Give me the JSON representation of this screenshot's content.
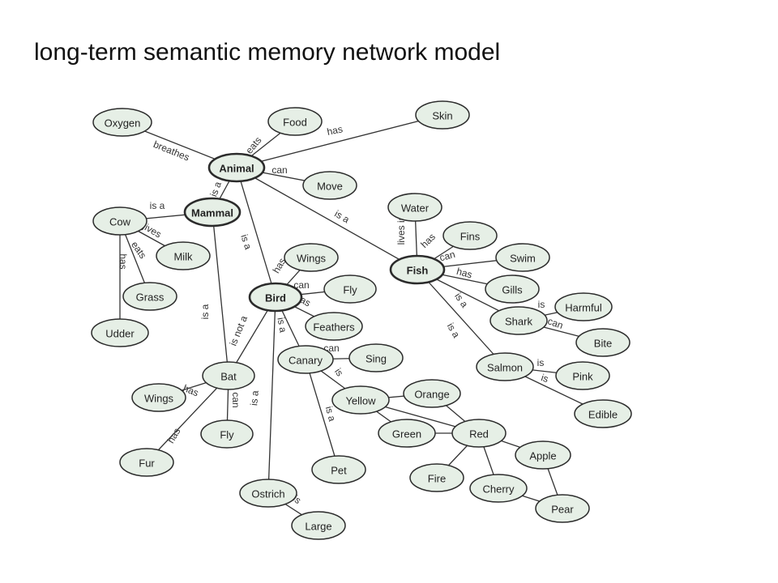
{
  "title": "long-term semantic memory network model",
  "colors": {
    "node_fill": "#e6efe6",
    "edge": "#333333"
  },
  "network": {
    "nodes": [
      {
        "id": "animal",
        "label": "Animal",
        "core": true
      },
      {
        "id": "mammal",
        "label": "Mammal",
        "core": true
      },
      {
        "id": "bird",
        "label": "Bird",
        "core": true
      },
      {
        "id": "fish",
        "label": "Fish",
        "core": true
      },
      {
        "id": "oxygen",
        "label": "Oxygen"
      },
      {
        "id": "food",
        "label": "Food"
      },
      {
        "id": "skin",
        "label": "Skin"
      },
      {
        "id": "move",
        "label": "Move"
      },
      {
        "id": "cow",
        "label": "Cow"
      },
      {
        "id": "milk",
        "label": "Milk"
      },
      {
        "id": "grass",
        "label": "Grass"
      },
      {
        "id": "udder",
        "label": "Udder"
      },
      {
        "id": "wings1",
        "label": "Wings"
      },
      {
        "id": "fly1",
        "label": "Fly"
      },
      {
        "id": "feathers",
        "label": "Feathers"
      },
      {
        "id": "water",
        "label": "Water"
      },
      {
        "id": "fins",
        "label": "Fins"
      },
      {
        "id": "swim",
        "label": "Swim"
      },
      {
        "id": "gills",
        "label": "Gills"
      },
      {
        "id": "shark",
        "label": "Shark"
      },
      {
        "id": "harmful",
        "label": "Harmful"
      },
      {
        "id": "bite",
        "label": "Bite"
      },
      {
        "id": "salmon",
        "label": "Salmon"
      },
      {
        "id": "pink",
        "label": "Pink"
      },
      {
        "id": "edible",
        "label": "Edible"
      },
      {
        "id": "canary",
        "label": "Canary"
      },
      {
        "id": "sing",
        "label": "Sing"
      },
      {
        "id": "yellow",
        "label": "Yellow"
      },
      {
        "id": "orange",
        "label": "Orange"
      },
      {
        "id": "green",
        "label": "Green"
      },
      {
        "id": "red",
        "label": "Red"
      },
      {
        "id": "apple",
        "label": "Apple"
      },
      {
        "id": "fire",
        "label": "Fire"
      },
      {
        "id": "cherry",
        "label": "Cherry"
      },
      {
        "id": "pear",
        "label": "Pear"
      },
      {
        "id": "pet",
        "label": "Pet"
      },
      {
        "id": "bat",
        "label": "Bat"
      },
      {
        "id": "wings2",
        "label": "Wings"
      },
      {
        "id": "fly2",
        "label": "Fly"
      },
      {
        "id": "fur",
        "label": "Fur"
      },
      {
        "id": "ostrich",
        "label": "Ostrich"
      },
      {
        "id": "large",
        "label": "Large"
      }
    ],
    "edges": [
      {
        "from": "animal",
        "to": "oxygen",
        "label": "breathes"
      },
      {
        "from": "animal",
        "to": "food",
        "label": "eats"
      },
      {
        "from": "animal",
        "to": "skin",
        "label": "has"
      },
      {
        "from": "animal",
        "to": "move",
        "label": "can"
      },
      {
        "from": "mammal",
        "to": "animal",
        "label": "is a"
      },
      {
        "from": "bird",
        "to": "animal",
        "label": "is a"
      },
      {
        "from": "fish",
        "to": "animal",
        "label": "is a"
      },
      {
        "from": "cow",
        "to": "mammal",
        "label": "is a"
      },
      {
        "from": "cow",
        "to": "milk",
        "label": "gives"
      },
      {
        "from": "cow",
        "to": "grass",
        "label": "eats"
      },
      {
        "from": "cow",
        "to": "udder",
        "label": "has"
      },
      {
        "from": "bat",
        "to": "mammal",
        "label": "is a"
      },
      {
        "from": "bat",
        "to": "bird",
        "label": "is not a"
      },
      {
        "from": "bat",
        "to": "wings2",
        "label": "has"
      },
      {
        "from": "bat",
        "to": "fly2",
        "label": "can"
      },
      {
        "from": "bat",
        "to": "fur",
        "label": "has"
      },
      {
        "from": "bird",
        "to": "wings1",
        "label": "has"
      },
      {
        "from": "bird",
        "to": "fly1",
        "label": "can"
      },
      {
        "from": "bird",
        "to": "feathers",
        "label": "has"
      },
      {
        "from": "canary",
        "to": "bird",
        "label": "is a"
      },
      {
        "from": "ostrich",
        "to": "bird",
        "label": "is a"
      },
      {
        "from": "ostrich",
        "to": "large",
        "label": "is"
      },
      {
        "from": "canary",
        "to": "sing",
        "label": "can"
      },
      {
        "from": "canary",
        "to": "yellow",
        "label": "is"
      },
      {
        "from": "canary",
        "to": "pet",
        "label": "is a"
      },
      {
        "from": "fish",
        "to": "water",
        "label": "lives in"
      },
      {
        "from": "fish",
        "to": "fins",
        "label": "has"
      },
      {
        "from": "fish",
        "to": "swim",
        "label": "can"
      },
      {
        "from": "fish",
        "to": "gills",
        "label": "has"
      },
      {
        "from": "shark",
        "to": "fish",
        "label": "is a"
      },
      {
        "from": "salmon",
        "to": "fish",
        "label": "is a"
      },
      {
        "from": "shark",
        "to": "harmful",
        "label": "is"
      },
      {
        "from": "shark",
        "to": "bite",
        "label": "can"
      },
      {
        "from": "salmon",
        "to": "pink",
        "label": "is"
      },
      {
        "from": "salmon",
        "to": "edible",
        "label": "is"
      },
      {
        "from": "yellow",
        "to": "orange"
      },
      {
        "from": "yellow",
        "to": "red"
      },
      {
        "from": "yellow",
        "to": "green"
      },
      {
        "from": "orange",
        "to": "red"
      },
      {
        "from": "green",
        "to": "red"
      },
      {
        "from": "red",
        "to": "apple"
      },
      {
        "from": "red",
        "to": "fire"
      },
      {
        "from": "red",
        "to": "cherry"
      },
      {
        "from": "cherry",
        "to": "pear"
      },
      {
        "from": "apple",
        "to": "pear"
      }
    ]
  }
}
